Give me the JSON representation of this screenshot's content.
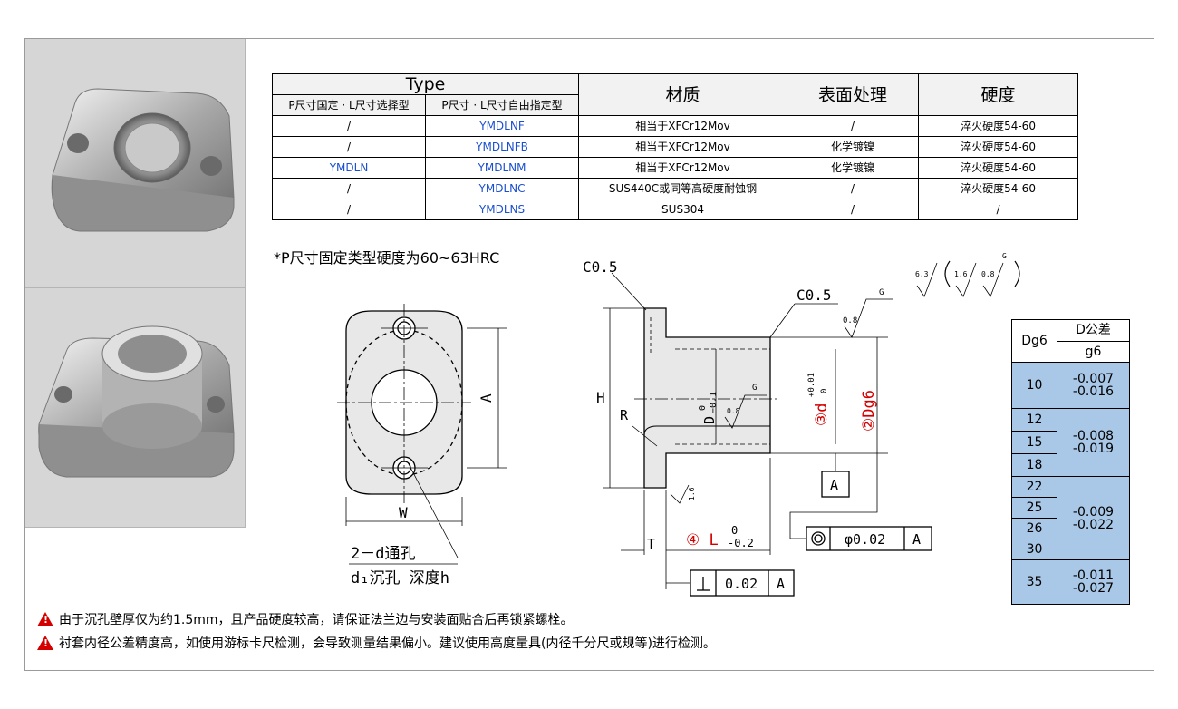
{
  "spec_table": {
    "type_header": "Type",
    "col1_header": "P尺寸国定 · L尺寸选择型",
    "col2_header": "P尺寸 · L尺寸自由指定型",
    "material_header": "材质",
    "surface_header": "表面处理",
    "hardness_header": "硬度",
    "rows": [
      {
        "fixed": "/",
        "free": "YMDLNF",
        "material": "相当于XFCr12Mov",
        "surface": "/",
        "hardness": "淬火硬度54-60"
      },
      {
        "fixed": "/",
        "free": "YMDLNFB",
        "material": "相当于XFCr12Mov",
        "surface": "化学镀镍",
        "hardness": "淬火硬度54-60"
      },
      {
        "fixed": "YMDLN",
        "free": "YMDLNM",
        "material": "相当于XFCr12Mov",
        "surface": "化学镀镍",
        "hardness": "淬火硬度54-60"
      },
      {
        "fixed": "/",
        "free": "YMDLNC",
        "material": "SUS440C或同等高硬度耐蚀钢",
        "surface": "/",
        "hardness": "淬火硬度54-60"
      },
      {
        "fixed": "/",
        "free": "YMDLNS",
        "material": "SUS304",
        "surface": "/",
        "hardness": "/"
      }
    ]
  },
  "note_hardness": "*P尺寸固定类型硬度为60~63HRC",
  "drawing": {
    "label_a": "A",
    "label_w": "W",
    "hole_note_1": "2－d通孔",
    "hole_note_2": "d₁沉孔  深度h",
    "label_h": "H",
    "label_r": "R",
    "label_t": "T",
    "chamfer_1": "C0.5",
    "chamfer_2": "C0.5",
    "label_d_tol": "D",
    "d_tol_upper": "0",
    "d_tol_lower": "−0.1",
    "label_3d": "③d",
    "d3_tol_upper": "+0.01",
    "d3_tol_lower": "0",
    "label_2dg6": "②Dg6",
    "label_4l": "④ L",
    "l_tol_upper": "0",
    "l_tol_lower": "-0.2",
    "datum_a": "A",
    "concentric_value": "φ0.02",
    "concentric_datum": "A",
    "perp_value": "0.02",
    "perp_datum": "A",
    "rough_g": "G",
    "rough_08": "0.8",
    "rough_16": "1.6",
    "rough_63": "6.3",
    "rough_16b": "1.6",
    "rough_08b": "0.8",
    "rough_g2": "G",
    "rough_g3": "G"
  },
  "tol_table": {
    "col_dg6": "Dg6",
    "col_d_tol": "D公差",
    "col_g6": "g6",
    "groups": [
      {
        "sizes": [
          "10"
        ],
        "upper": "-0.007",
        "lower": "-0.016"
      },
      {
        "sizes": [
          "12",
          "15",
          "18"
        ],
        "upper": "-0.008",
        "lower": "-0.019"
      },
      {
        "sizes": [
          "22",
          "25",
          "26",
          "30"
        ],
        "upper": "-0.009",
        "lower": "-0.022"
      },
      {
        "sizes": [
          "35"
        ],
        "upper": "-0.011",
        "lower": "-0.027"
      }
    ]
  },
  "warnings": [
    "由于沉孔壁厚仅为约1.5mm，且产品硬度较高，请保证法兰边与安装面贴合后再锁紧螺栓。",
    "衬套内径公差精度高，如使用游标卡尺检测，会导致测量结果偏小。建议使用高度量具(内径千分尺或规等)进行检测。"
  ],
  "warning_mark": "!"
}
